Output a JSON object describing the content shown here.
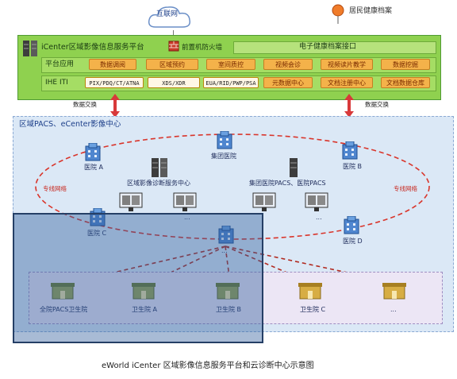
{
  "top": {
    "internet": "互联网",
    "health_record": "居民健康档案"
  },
  "platform": {
    "title": "iCenter区域影像信息服务平台",
    "firewall": "前置机防火墙",
    "ehr_interface": "电子健康档案接口",
    "row1_label": "平台应用",
    "row1_items": [
      "数据调阅",
      "区域预约",
      "室间质控",
      "视频会诊",
      "视频读片教学",
      "数据挖掘"
    ],
    "row2_label": "IHE ITI",
    "row2_items": [
      "PIX/PDQ/CT/ATNA",
      "XDS/XDR",
      "EUA/RID/PWP/PSA",
      "元数据中心",
      "文档注册中心",
      "文档数据仓库"
    ]
  },
  "exchange": [
    "数据交换",
    "数据交换"
  ],
  "region": {
    "title": "区域PACS、eCenter影像中心",
    "dedicated_net": [
      "专线网络",
      "专线网络"
    ],
    "hospitals": [
      "医院 A",
      "集团医院",
      "医院 B",
      "医院 C",
      "医院 D"
    ],
    "center_label": "区域影像诊断服务中心",
    "group_pacs_label": "集团医院PACS、医院PACS",
    "ellipsis": [
      "...",
      "...",
      "...",
      "..."
    ],
    "clinics": [
      "全院PACS卫生院",
      "卫生院 A",
      "卫生院 B",
      "卫生院 C",
      "..."
    ]
  },
  "caption": "eWorld iCenter 区域影像信息服务平台和云诊断中心示意图",
  "colors": {
    "platform_green": "#8fd14f",
    "platform_dark": "#3a8a2e",
    "orange_btn": "#f4b24a",
    "region_blue": "#cfe0f3",
    "region_border": "#9ab6da",
    "ellipse_red": "#d9352b",
    "overlay_blue": "#2f5d9c"
  }
}
